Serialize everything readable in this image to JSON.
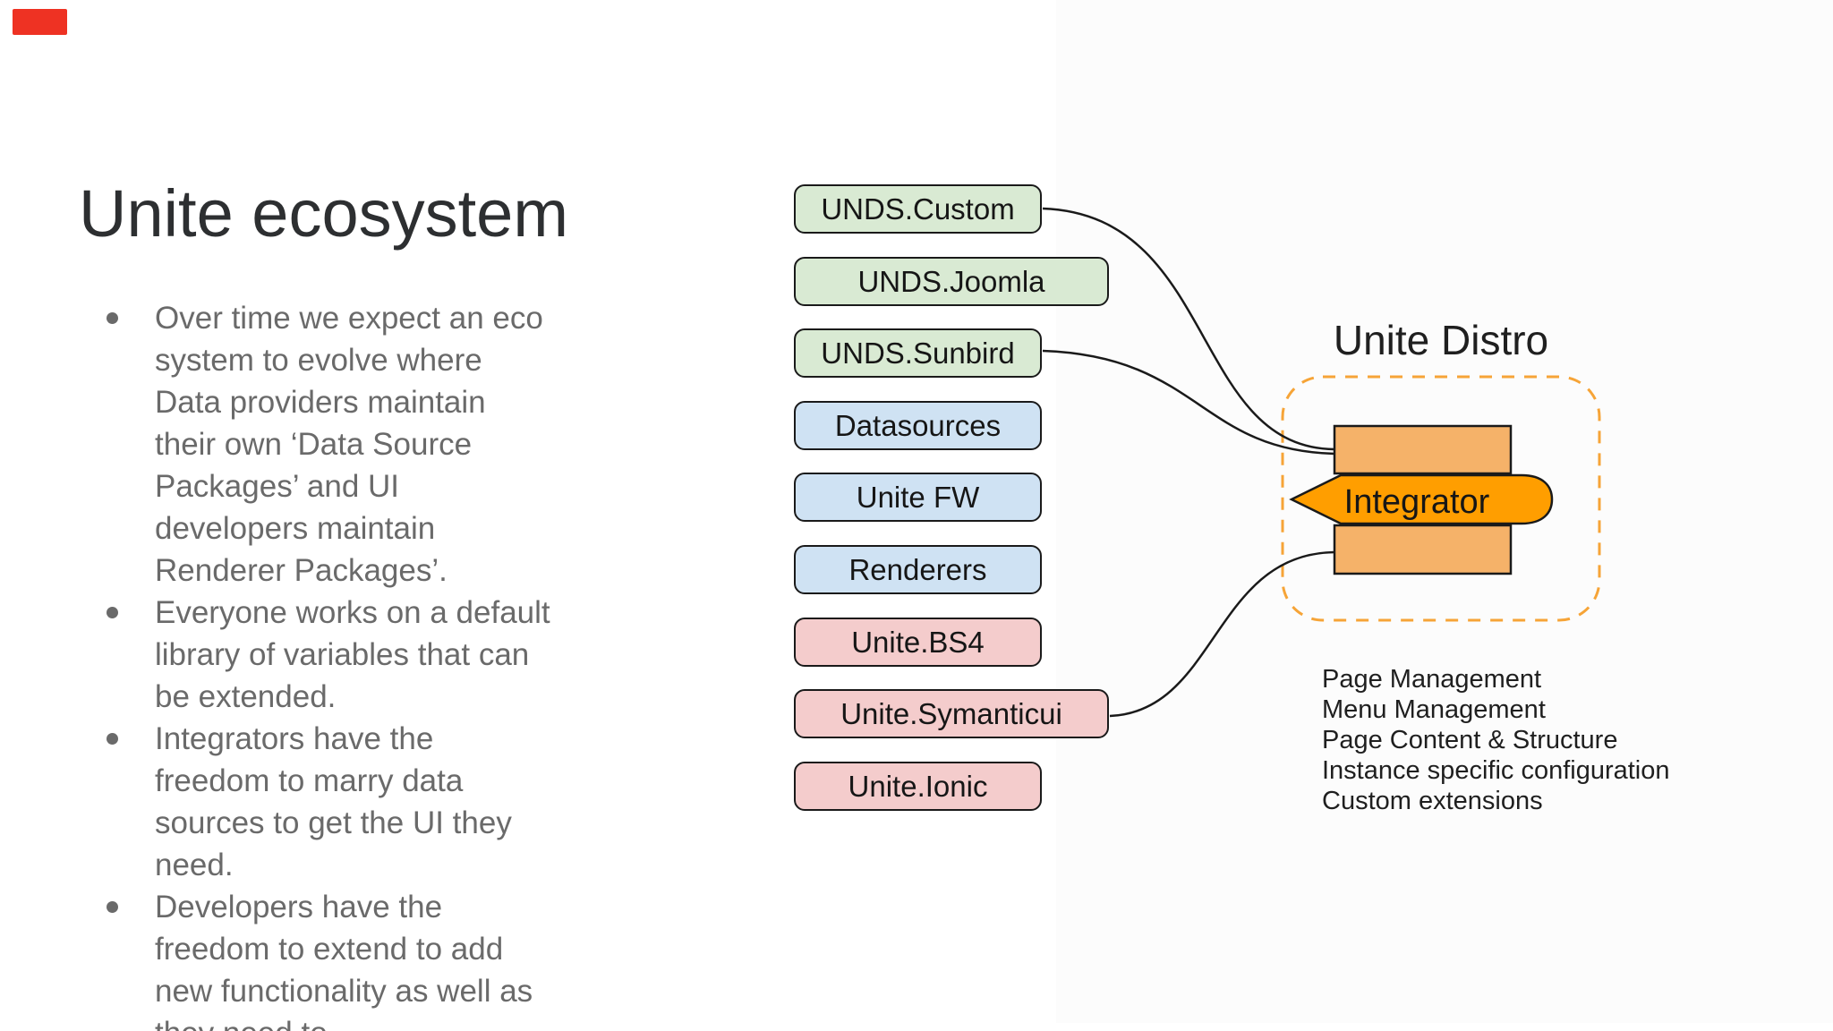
{
  "colors": {
    "slide-bg": "#ffffff",
    "tint": "#fcfcfc",
    "red-badge": "#ee3223",
    "title-text": "#2d2f31",
    "bullet-text": "#6a6a6a",
    "dark-text": "#1f1f1f",
    "box-border": "#1a1a1a",
    "box-text": "#161616",
    "green": "#d9ead3",
    "blue": "#cfe2f3",
    "pink": "#f4cccc",
    "orange-light": "#f5b269",
    "orange": "#ff9e00",
    "dash-orange": "#f6a437",
    "connector": "#1a1a1a"
  },
  "title": "Unite ecosystem",
  "bullets": [
    "Over time we expect an eco system to evolve where Data providers maintain their own ‘Data Source Packages’ and UI developers maintain Renderer Packages’.",
    "Everyone works on a default library of variables that can be extended.",
    "Integrators have the freedom to marry data sources to get the UI they need.",
    "Developers have the freedom to extend to add new functionality as well as they need to."
  ],
  "stack": [
    {
      "label": "UNDS.Custom",
      "color": "green",
      "wide": false
    },
    {
      "label": "UNDS.Joomla",
      "color": "green",
      "wide": true
    },
    {
      "label": "UNDS.Sunbird",
      "color": "green",
      "wide": false
    },
    {
      "label": "Datasources",
      "color": "blue",
      "wide": false
    },
    {
      "label": "Unite FW",
      "color": "blue",
      "wide": false
    },
    {
      "label": "Renderers",
      "color": "blue",
      "wide": false
    },
    {
      "label": "Unite.BS4",
      "color": "pink",
      "wide": false
    },
    {
      "label": "Unite.Symanticui",
      "color": "pink",
      "wide": true
    },
    {
      "label": "Unite.Ionic",
      "color": "pink",
      "wide": false
    }
  ],
  "distro": {
    "title": "Unite Distro",
    "integrator_label": "Integrator",
    "features": [
      "Page Management",
      "Menu Management",
      "Page Content & Structure",
      "Instance specific configuration",
      "Custom extensions"
    ]
  }
}
